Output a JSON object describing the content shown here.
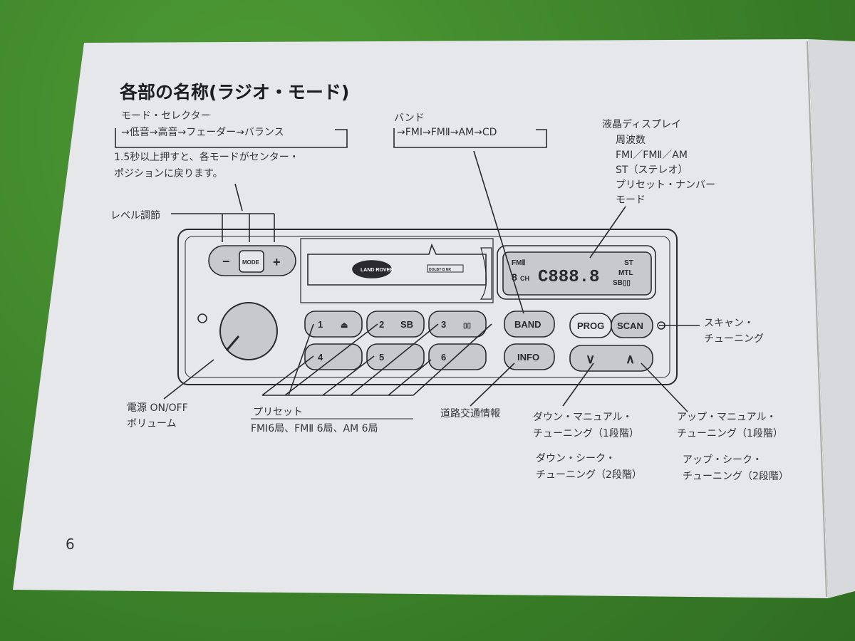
{
  "title": "各部の名称(ラジオ・モード)",
  "mode_selector": {
    "label": "モード・セレクター",
    "cycle": "→低音→高音→フェーダー→バランス",
    "note_line1": "1.5秒以上押すと、各モードがセンター・",
    "note_line2": "ポジションに戻ります。"
  },
  "band": {
    "label": "バンド",
    "cycle": "→FMⅠ→FMⅡ→AM→CD"
  },
  "lcd": {
    "label": "液晶ディスプレイ",
    "items": [
      "周波数",
      "FMⅠ／FMⅡ／AM",
      "ST（ステレオ）",
      "プリセット・ナンバー",
      "モード"
    ],
    "band": "FMⅡ",
    "preset": "8",
    "ch": "CH",
    "freq": "C888.8",
    "st": "ST",
    "mtl": "MTL",
    "sb": "SB▯▯"
  },
  "level_label": "レベル調節",
  "radio": {
    "minus": "−",
    "mode": "MODE",
    "plus": "+",
    "logo": "LAND ROVER",
    "dolby": "DOLBY B NR",
    "presets": [
      {
        "n": "1",
        "s": "⏏"
      },
      {
        "n": "2",
        "s": "SB"
      },
      {
        "n": "3",
        "s": "▯▯"
      },
      {
        "n": "4",
        "s": ""
      },
      {
        "n": "5",
        "s": ""
      },
      {
        "n": "6",
        "s": ""
      }
    ],
    "band": "BAND",
    "info": "INFO",
    "prog": "PROG",
    "scan": "SCAN",
    "down": "∨",
    "up": "∧"
  },
  "labels": {
    "power1": "電源 ON/OFF",
    "power2": "ボリューム",
    "preset1": "プリセット",
    "preset2": "FMⅠ6局、FMⅡ 6局、AM 6局",
    "traffic": "道路交通情報",
    "down_manual1": "ダウン・マニュアル・",
    "down_manual2": "チューニング（1段階）",
    "up_manual1": "アップ・マニュアル・",
    "up_manual2": "チューニング（1段階）",
    "down_seek1": "ダウン・シーク・",
    "down_seek2": "チューニング（2段階）",
    "up_seek1": "アップ・シーク・",
    "up_seek2": "チューニング（2段階）",
    "scan1": "スキャン・",
    "scan2": "チューニング"
  },
  "page_number": "6"
}
